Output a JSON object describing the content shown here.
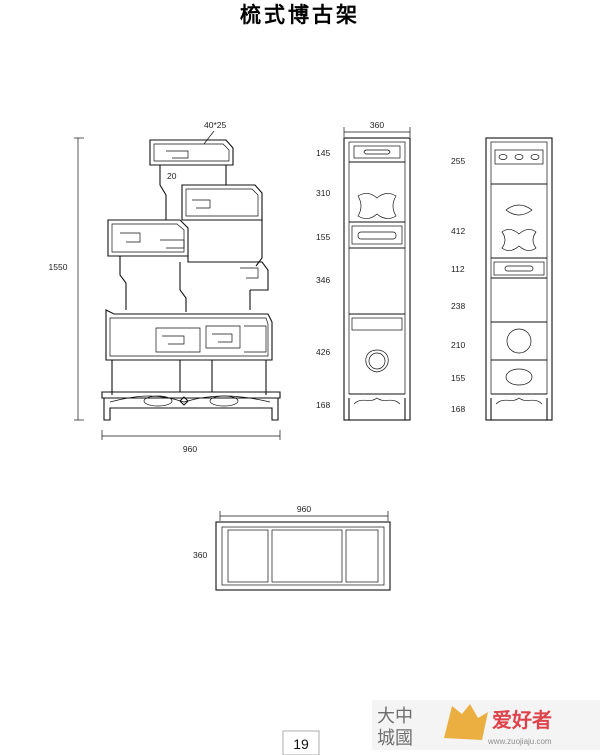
{
  "title": "梳式博古架",
  "page_number": "19",
  "front_view": {
    "overall_height": "1550",
    "overall_width": "960",
    "member_section": "40*25",
    "member_gap": "20"
  },
  "side_view_1": {
    "depth": "360",
    "section_heights": [
      "145",
      "310",
      "155",
      "346",
      "426",
      "168"
    ]
  },
  "side_view_2": {
    "section_heights": [
      "255",
      "412",
      "112",
      "238",
      "210",
      "155",
      "168"
    ]
  },
  "plan_view": {
    "width": "960",
    "depth": "360"
  },
  "watermark": {
    "text_lines": [
      "大中",
      "城國"
    ],
    "brand": "爱好者",
    "url": "www.zuojiaju.com"
  }
}
